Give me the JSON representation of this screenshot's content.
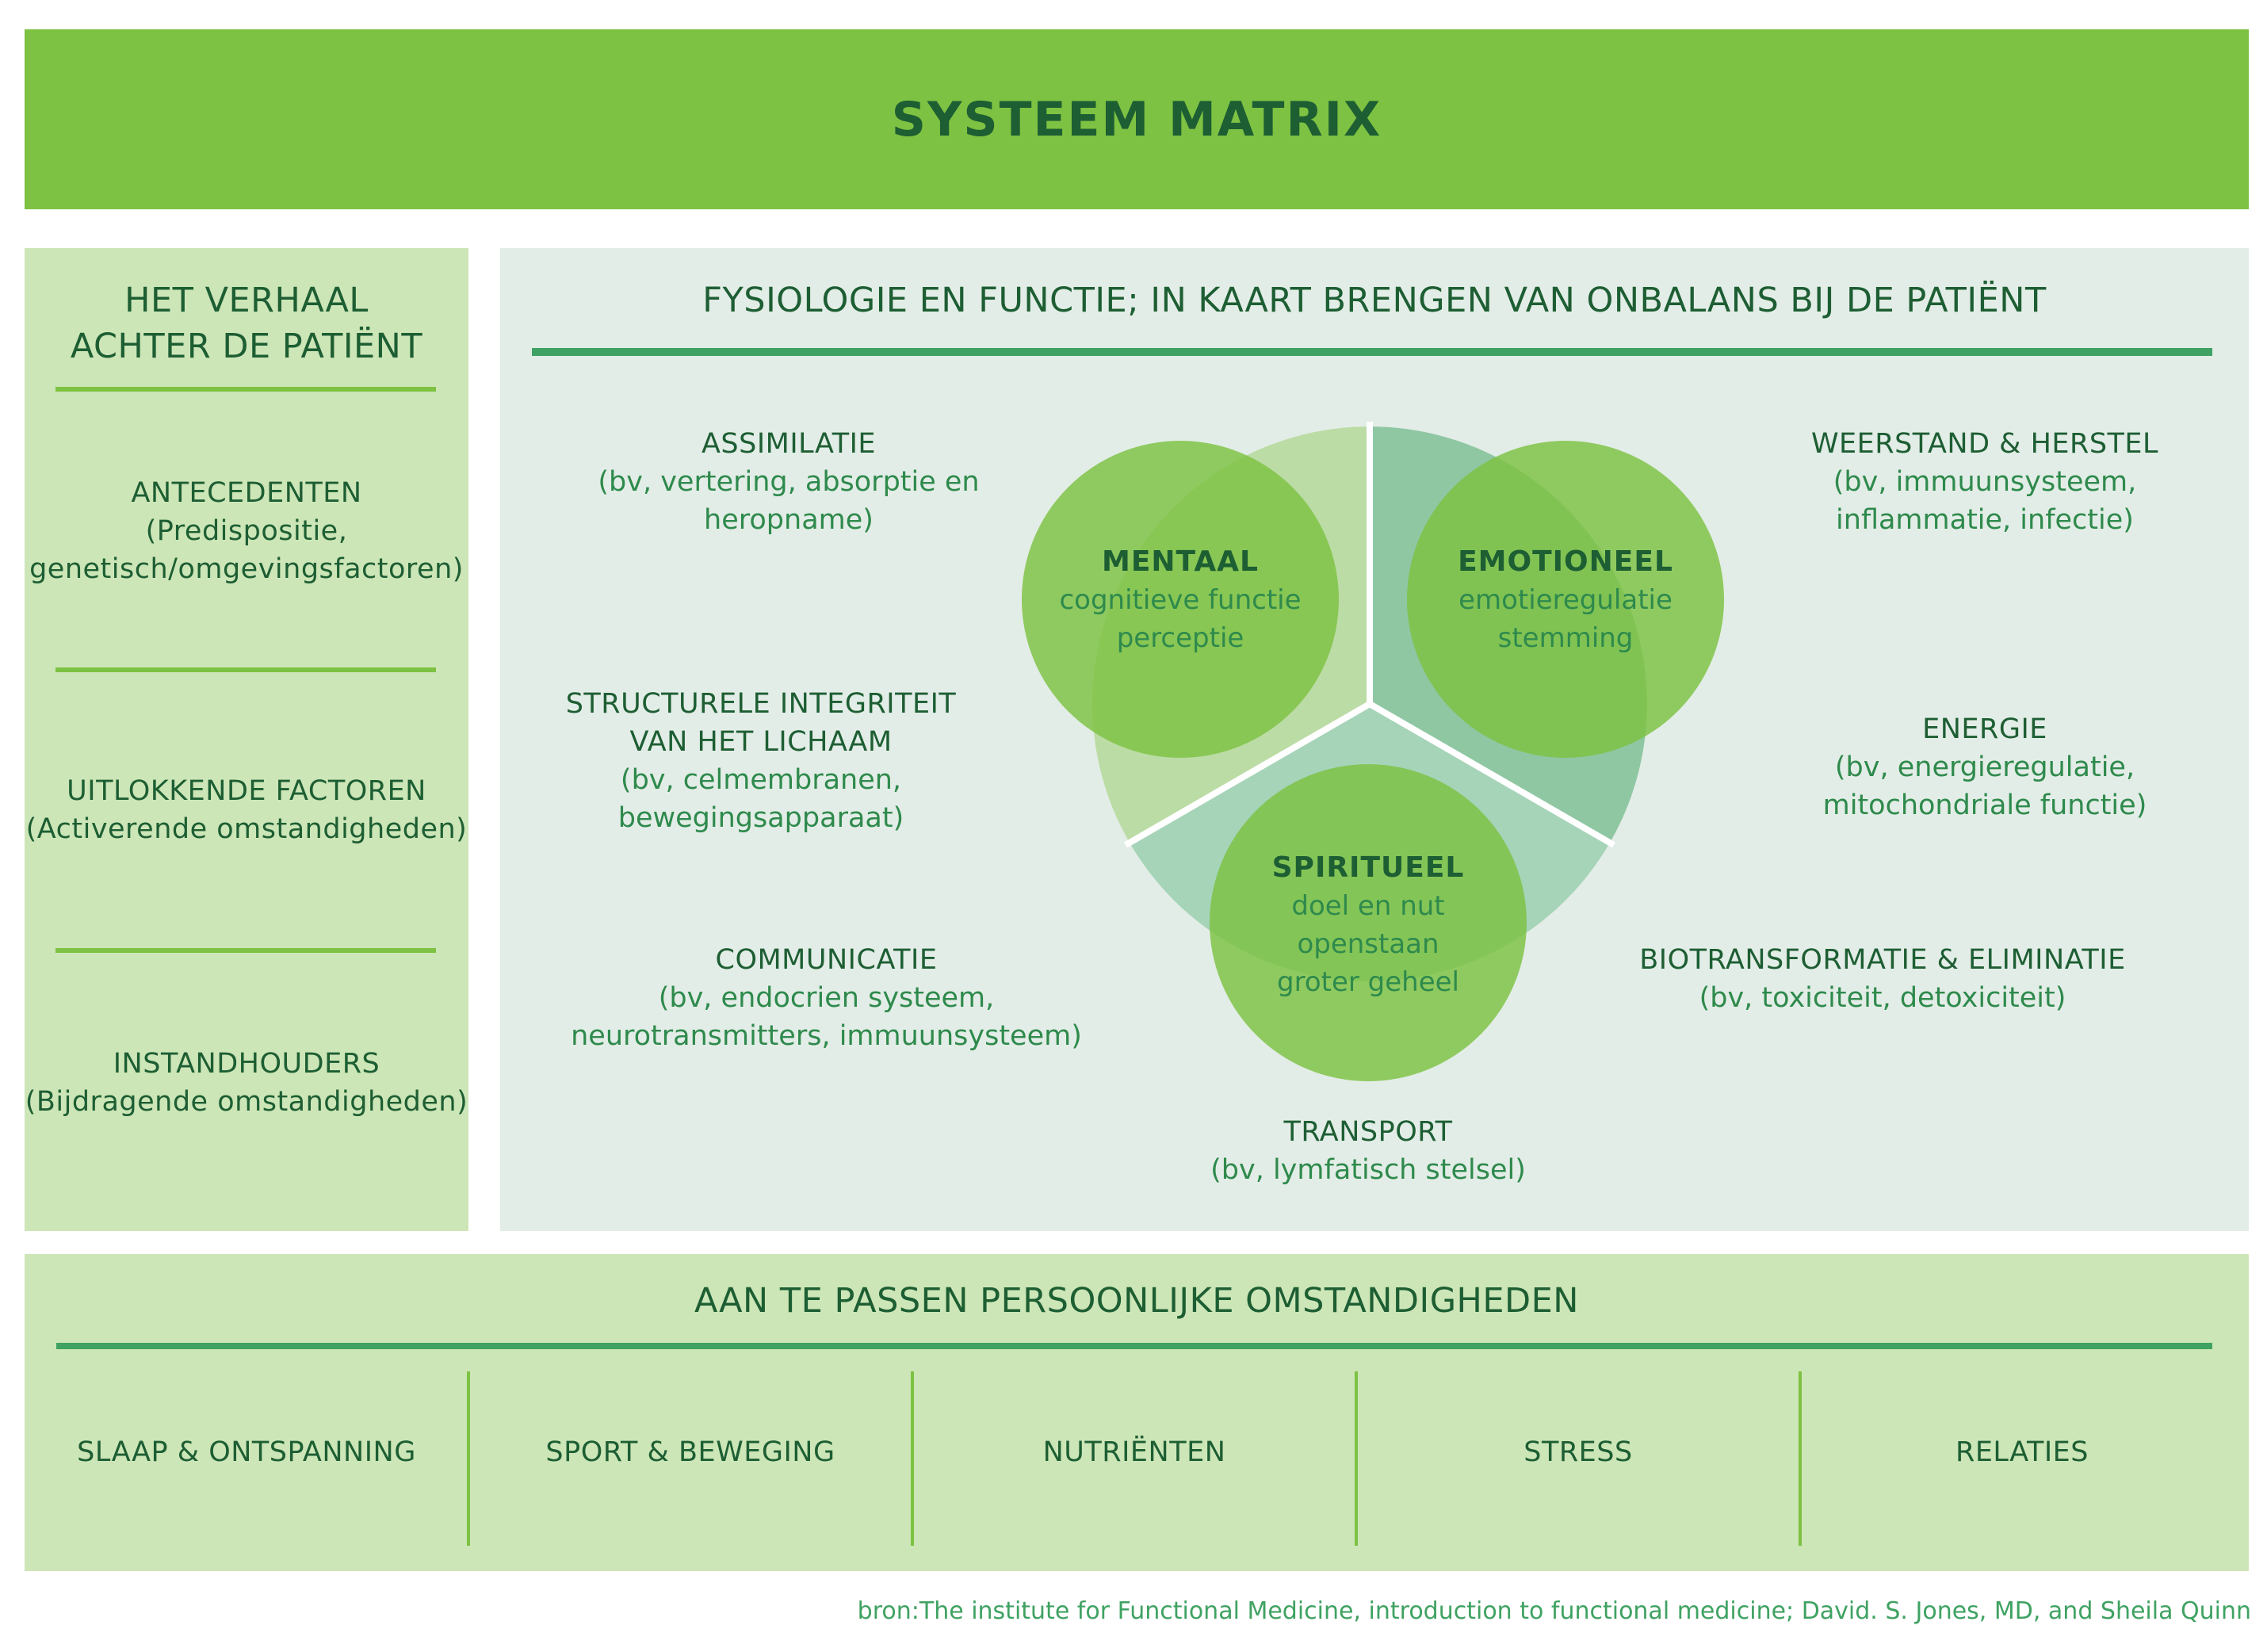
{
  "header": {
    "title": "SYSTEEM MATRIX"
  },
  "left_panel": {
    "title_line1": "HET VERHAAL",
    "title_line2": "ACHTER DE PATIËNT",
    "items": [
      {
        "label": "ANTECEDENTEN",
        "sub1": "(Predispositie,",
        "sub2": "genetisch/omgevingsfactoren)"
      },
      {
        "label": "UITLOKKENDE FACTOREN",
        "sub1": "(Activerende omstandigheden)"
      },
      {
        "label": "INSTANDHOUDERS",
        "sub1": "(Bijdragende omstandigheden)"
      }
    ]
  },
  "main_panel": {
    "title": "FYSIOLOGIE EN FUNCTIE; IN KAART BRENGEN VAN ONBALANS BIJ DE PATIËNT",
    "factors": {
      "assimilatie": {
        "label": "ASSIMILATIE",
        "sub1": "(bv, vertering, absorptie en heropname)"
      },
      "structurele": {
        "label1": "STRUCTURELE INTEGRITEIT",
        "label2": "VAN HET LICHAAM",
        "sub1": "(bv, celmembranen,",
        "sub2": "bewegingsapparaat)"
      },
      "communicatie": {
        "label": "COMMUNICATIE",
        "sub1": "(bv, endocrien systeem,",
        "sub2": "neurotransmitters, immuunsysteem)"
      },
      "transport": {
        "label": "TRANSPORT",
        "sub1": "(bv, lymfatisch stelsel)"
      },
      "weerstand": {
        "label": "WEERSTAND & HERSTEL",
        "sub1": "(bv, immuunsysteem,",
        "sub2": "inflammatie, infectie)"
      },
      "energie": {
        "label": "ENERGIE",
        "sub1": "(bv, energieregulatie,",
        "sub2": "mitochondriale functie)"
      },
      "biotransformatie": {
        "label": "BIOTRANSFORMATIE & ELIMINATIE",
        "sub1": "(bv, toxiciteit, detoxiciteit)"
      }
    },
    "circles": {
      "mentaal": {
        "title": "MENTAAL",
        "line1": "cognitieve functie",
        "line2": "perceptie"
      },
      "emotioneel": {
        "title": "EMOTIONEEL",
        "line1": "emotieregulatie",
        "line2": "stemming"
      },
      "spiritueel": {
        "title": "SPIRITUEEL",
        "line1": "doel en nut",
        "line2": "openstaan",
        "line3": "groter geheel"
      }
    }
  },
  "bottom_panel": {
    "title": "AAN TE PASSEN PERSOONLIJKE OMSTANDIGHEDEN",
    "categories": [
      "SLAAP & ONTSPANNING",
      "SPORT & BEWEGING",
      "NUTRIËNTEN",
      "STRESS",
      "RELATIES"
    ]
  },
  "source": "bron:The institute for Functional Medicine, introduction to functional medicine; David. S. Jones, MD, and Sheila Quinn",
  "colors": {
    "header_green": "#7dc242",
    "dark_green_text": "#1d5e33",
    "mid_green_text": "#2e8a4c",
    "light_panel": "#cde6b7",
    "main_panel": "#e3ede7"
  }
}
